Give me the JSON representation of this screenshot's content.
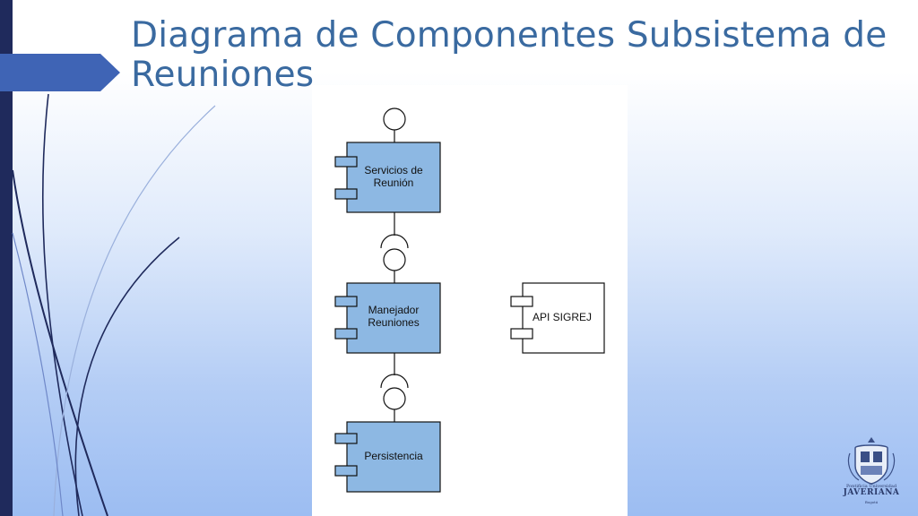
{
  "slide": {
    "title": "Diagrama de Componentes Subsistema de Reuniones"
  },
  "diagram": {
    "components": [
      {
        "id": "servicios",
        "label_lines": [
          "Servicios de",
          "Reunión"
        ],
        "fill": "#8db8e3"
      },
      {
        "id": "manejador",
        "label_lines": [
          "Manejador",
          "Reuniones"
        ],
        "fill": "#8db8e3"
      },
      {
        "id": "persistencia",
        "label_lines": [
          "Persistencia"
        ],
        "fill": "#8db8e3"
      },
      {
        "id": "api",
        "label_lines": [
          "API SIGREJ"
        ],
        "fill": "#ffffff"
      }
    ],
    "interfaces": [
      {
        "provider": "servicios",
        "consumer": null
      },
      {
        "provider": "manejador",
        "consumer": "servicios"
      },
      {
        "provider": "persistencia",
        "consumer": "manejador"
      }
    ]
  },
  "logo": {
    "line1": "Pontificia Universidad",
    "line2": "JAVERIANA",
    "line3": "Bogotá"
  },
  "colors": {
    "title": "#3a6aa0",
    "accent_bar": "#1f2a5c",
    "arrow": "#3f64b5",
    "component_fill": "#8db8e3"
  }
}
